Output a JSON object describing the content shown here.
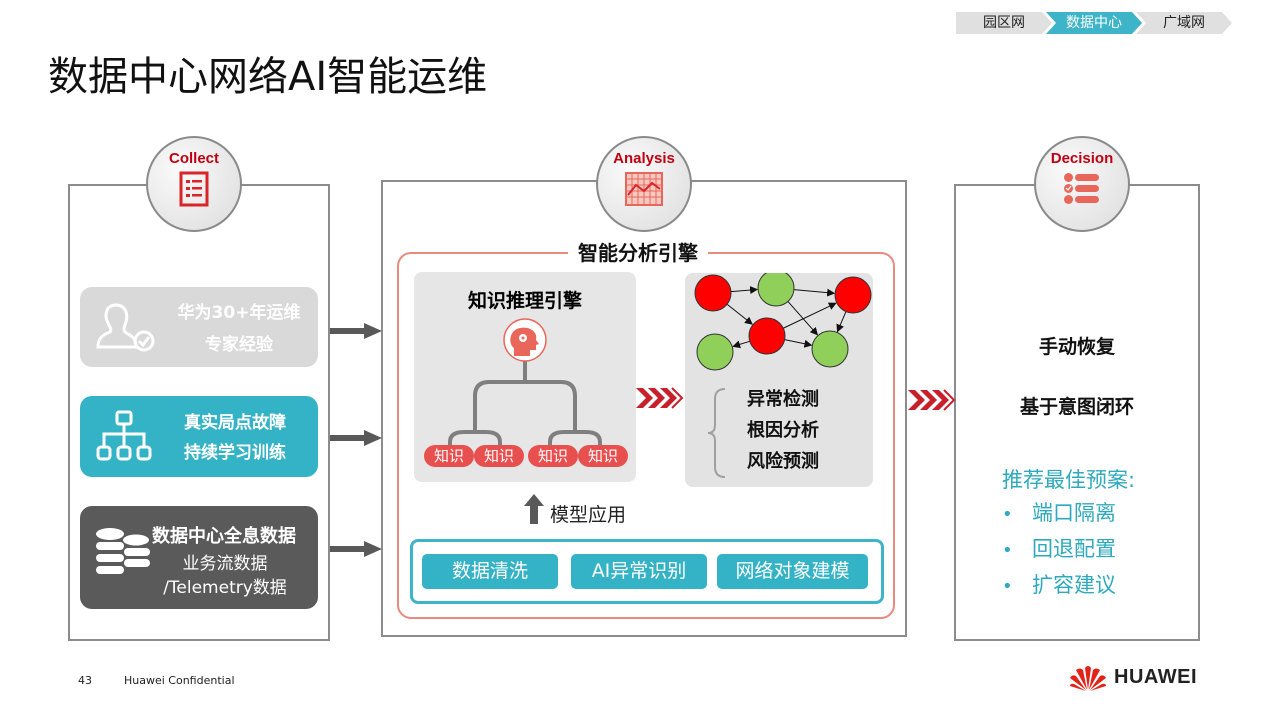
{
  "breadcrumb": {
    "items": [
      {
        "label": "园区网",
        "active": false
      },
      {
        "label": "数据中心",
        "active": true
      },
      {
        "label": "广域网",
        "active": false
      }
    ]
  },
  "title": "数据中心网络AI智能运维",
  "colors": {
    "accent_red": "#c00012",
    "teal": "#34b3c6",
    "gray_card": "#d9d9d9",
    "dark_card": "#5a5a5a",
    "node_red": "#ff0000",
    "node_green": "#8fcf5a"
  },
  "collect": {
    "badge": "Collect",
    "icon": "list-document-icon",
    "cards": [
      {
        "icon": "expert-user-check-icon",
        "lines": [
          "华为30+年运维",
          "专家经验"
        ]
      },
      {
        "icon": "hierarchy-tree-icon",
        "lines": [
          "真实局点故障",
          "持续学习训练"
        ]
      },
      {
        "icon": "database-icon",
        "title": "数据中心全息数据",
        "lines": [
          "业务流数据",
          "/Telemetry数据"
        ]
      }
    ]
  },
  "analysis": {
    "badge": "Analysis",
    "icon": "chart-grid-icon",
    "engine_title": "智能分析引擎",
    "knowledge": {
      "title": "知识推理引擎",
      "icon": "brain-gear-icon",
      "chips": [
        "知识",
        "知识",
        "知识",
        "知识"
      ]
    },
    "graph": {
      "nodes": [
        {
          "id": "a",
          "status": "red"
        },
        {
          "id": "b",
          "status": "green"
        },
        {
          "id": "c",
          "status": "red"
        },
        {
          "id": "d",
          "status": "red"
        },
        {
          "id": "e",
          "status": "green"
        },
        {
          "id": "f",
          "status": "green"
        }
      ],
      "edges": [
        [
          "a",
          "b"
        ],
        [
          "a",
          "d"
        ],
        [
          "b",
          "c"
        ],
        [
          "b",
          "f"
        ],
        [
          "d",
          "c"
        ],
        [
          "d",
          "e"
        ],
        [
          "d",
          "f"
        ],
        [
          "c",
          "f"
        ]
      ],
      "functions": [
        "异常检测",
        "根因分析",
        "风险预测"
      ]
    },
    "model_label": "模型应用",
    "pipeline": [
      "数据清洗",
      "AI异常识别",
      "网络对象建模"
    ]
  },
  "decision": {
    "badge": "Decision",
    "icon": "checklist-icon",
    "items": [
      "手动恢复",
      "基于意图闭环"
    ],
    "recommend": {
      "heading": "推荐最佳预案:",
      "bullet": "•",
      "items": [
        "端口隔离",
        "回退配置",
        "扩容建议"
      ]
    }
  },
  "footer": {
    "page": "43",
    "confidential": "Huawei Confidential",
    "brand": "HUAWEI"
  }
}
